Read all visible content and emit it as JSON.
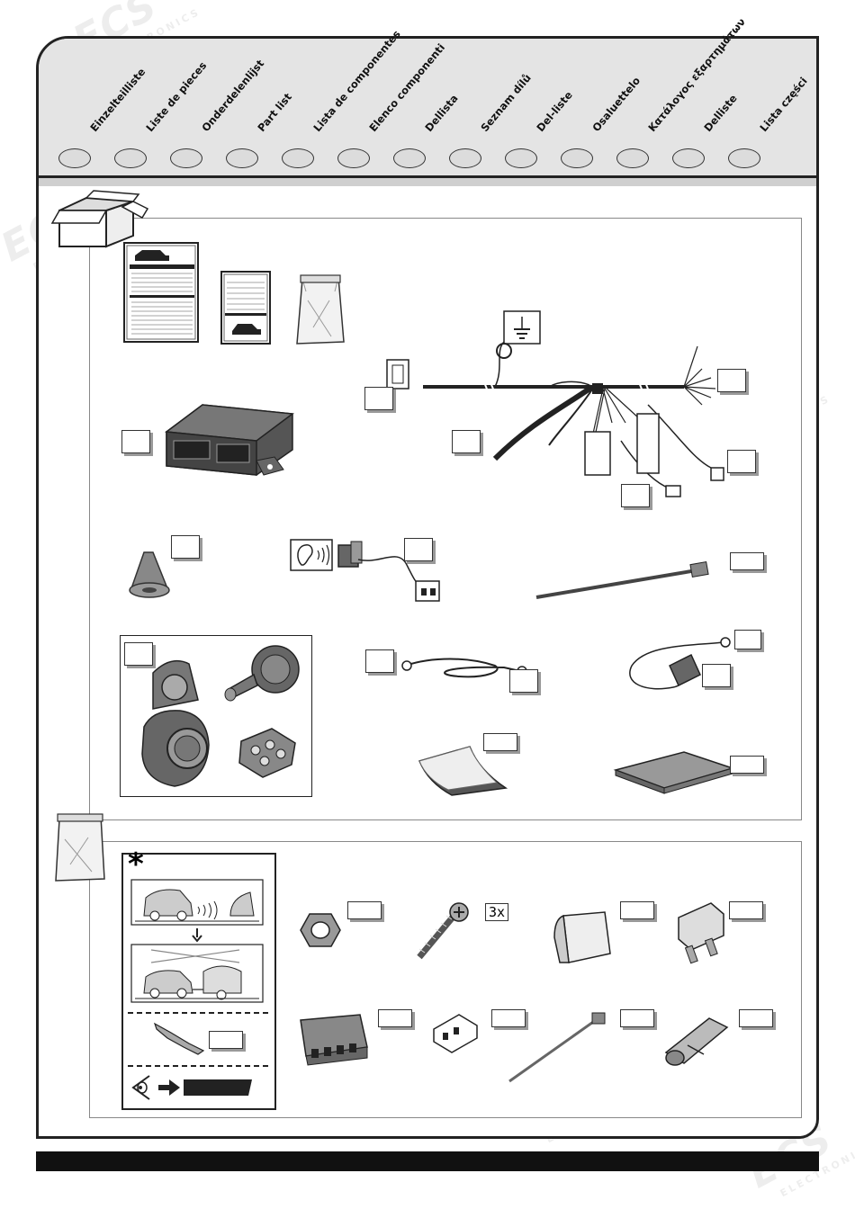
{
  "languages": [
    "Einzelteilliste",
    "Liste de pieces",
    "Onderdelenlijst",
    "Part list",
    "Lista de componentes",
    "Elenco componenti",
    "Dellista",
    "Seznam dílů",
    "Del-liste",
    "Osaluettelo",
    "Κατάλογος εξαρτημάτων",
    "Delliste",
    "Lista części"
  ],
  "watermark": {
    "brand": "ECS",
    "sub": "ELECTRONICS"
  },
  "small_parts": {
    "screw_quantity": "3x",
    "asterisk": "*"
  }
}
